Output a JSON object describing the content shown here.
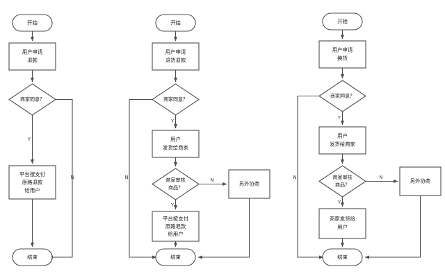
{
  "diagram": {
    "title": "",
    "type": "flowchart",
    "background_color": "#ffffff",
    "stroke_color": "#4d4d4d",
    "text_color": "#1a1a1a",
    "columns": [
      {
        "id": "refund-only",
        "nodes": [
          {
            "id": "c1-start",
            "shape": "terminator",
            "lines": [
              "开始"
            ]
          },
          {
            "id": "c1-apply",
            "shape": "process",
            "lines": [
              "用户申请",
              "退款"
            ]
          },
          {
            "id": "c1-agree",
            "shape": "decision",
            "lines": [
              "商家同意？"
            ]
          },
          {
            "id": "c1-refund",
            "shape": "process",
            "lines": [
              "平台按支付",
              "原路退款",
              "给用户"
            ]
          },
          {
            "id": "c1-end",
            "shape": "terminator",
            "lines": [
              "结束"
            ]
          }
        ],
        "edge_labels": [
          {
            "id": "c1-yes",
            "text": "Y"
          },
          {
            "id": "c1-no",
            "text": "N"
          }
        ]
      },
      {
        "id": "return-and-refund",
        "nodes": [
          {
            "id": "c2-start",
            "shape": "terminator",
            "lines": [
              "开始"
            ]
          },
          {
            "id": "c2-apply",
            "shape": "process",
            "lines": [
              "用户申请",
              "退货退款"
            ]
          },
          {
            "id": "c2-agree",
            "shape": "decision",
            "lines": [
              "商家同意？"
            ]
          },
          {
            "id": "c2-ship",
            "shape": "process",
            "lines": [
              "用户",
              "发货给商家"
            ]
          },
          {
            "id": "c2-review",
            "shape": "decision",
            "lines": [
              "商家审核",
              "商品？"
            ]
          },
          {
            "id": "c2-negotiate",
            "shape": "process",
            "lines": [
              "另外协商"
            ]
          },
          {
            "id": "c2-refund",
            "shape": "process",
            "lines": [
              "平台按支付",
              "原路退款",
              "给用户"
            ]
          },
          {
            "id": "c2-end",
            "shape": "terminator",
            "lines": [
              "结束"
            ]
          }
        ],
        "edge_labels": [
          {
            "id": "c2-yes1",
            "text": "Y"
          },
          {
            "id": "c2-no1",
            "text": "N"
          },
          {
            "id": "c2-yes2",
            "text": "Y"
          },
          {
            "id": "c2-no2",
            "text": "N"
          }
        ]
      },
      {
        "id": "exchange",
        "nodes": [
          {
            "id": "c3-start",
            "shape": "terminator",
            "lines": [
              "开始"
            ]
          },
          {
            "id": "c3-apply",
            "shape": "process",
            "lines": [
              "用户申请",
              "换货"
            ]
          },
          {
            "id": "c3-agree",
            "shape": "decision",
            "lines": [
              "商家同意？"
            ]
          },
          {
            "id": "c3-ship",
            "shape": "process",
            "lines": [
              "用户",
              "发货给商家"
            ]
          },
          {
            "id": "c3-review",
            "shape": "decision",
            "lines": [
              "商家审核",
              "商品？"
            ]
          },
          {
            "id": "c3-negotiate",
            "shape": "process",
            "lines": [
              "另外协商"
            ]
          },
          {
            "id": "c3-reship",
            "shape": "process",
            "lines": [
              "商家发货给",
              "用户"
            ]
          },
          {
            "id": "c3-end",
            "shape": "terminator",
            "lines": [
              "结束"
            ]
          }
        ],
        "edge_labels": [
          {
            "id": "c3-yes1",
            "text": "Y"
          },
          {
            "id": "c3-no1",
            "text": "N"
          },
          {
            "id": "c3-yes2",
            "text": "Y"
          },
          {
            "id": "c3-no2",
            "text": "N"
          }
        ]
      }
    ]
  },
  "labels": {
    "start": "开始",
    "end": "结束",
    "yes": "Y",
    "no": "N",
    "c1_apply_l1": "用户申请",
    "c1_apply_l2": "退款",
    "merchant_agree": "商家同意？",
    "platform_refund_l1": "平台按支付",
    "platform_refund_l2": "原路退款",
    "platform_refund_l3": "给用户",
    "c2_apply_l1": "用户申请",
    "c2_apply_l2": "退货退款",
    "user_ship_l1": "用户",
    "user_ship_l2": "发货给商家",
    "merchant_review_l1": "商家审核",
    "merchant_review_l2": "商品？",
    "negotiate": "另外协商",
    "c3_apply_l1": "用户申请",
    "c3_apply_l2": "换货",
    "merchant_ship_l1": "商家发货给",
    "merchant_ship_l2": "用户"
  }
}
